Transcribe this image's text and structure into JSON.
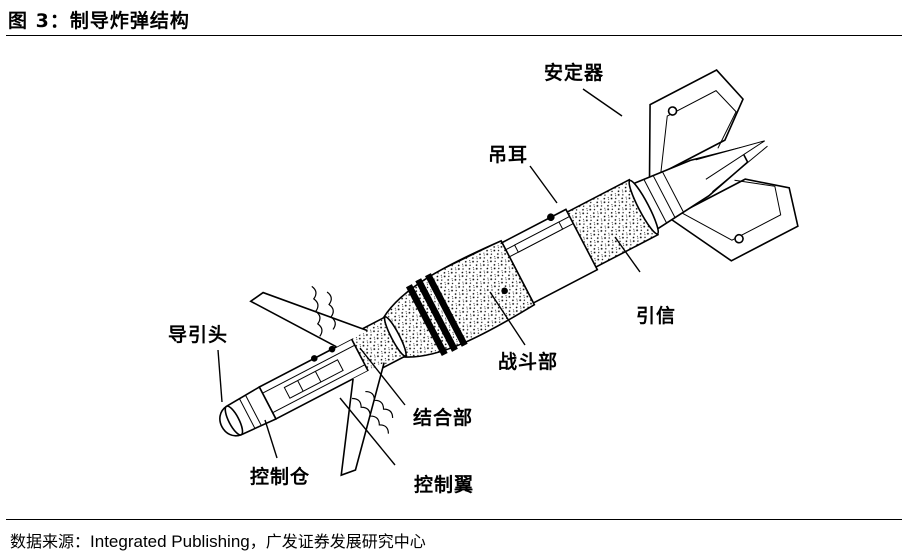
{
  "figure": {
    "title": "图 3：制导炸弹结构"
  },
  "labels": {
    "stabilizer": "安定器",
    "suspension_lug": "吊耳",
    "fuze": "引信",
    "warhead": "战斗部",
    "seeker": "导引头",
    "joint": "结合部",
    "control_cabin": "控制仓",
    "control_fin": "控制翼"
  },
  "source": {
    "prefix": "数据来源：",
    "publisher": "Integrated Publishing",
    "suffix": "，广发证券发展研究中心"
  }
}
